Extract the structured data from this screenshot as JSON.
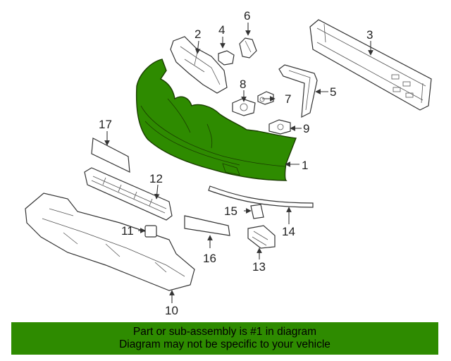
{
  "callouts": {
    "c1": "1",
    "c2": "2",
    "c3": "3",
    "c4": "4",
    "c5": "5",
    "c6": "6",
    "c7": "7",
    "c8": "8",
    "c9": "9",
    "c10": "10",
    "c11": "11",
    "c12": "12",
    "c13": "13",
    "c14": "14",
    "c15": "15",
    "c16": "16",
    "c17": "17"
  },
  "highlight_color": "#2e8b00",
  "banner": {
    "line1": "Part or sub-assembly is #1 in diagram",
    "line2": "Diagram may not be specific to your vehicle"
  }
}
